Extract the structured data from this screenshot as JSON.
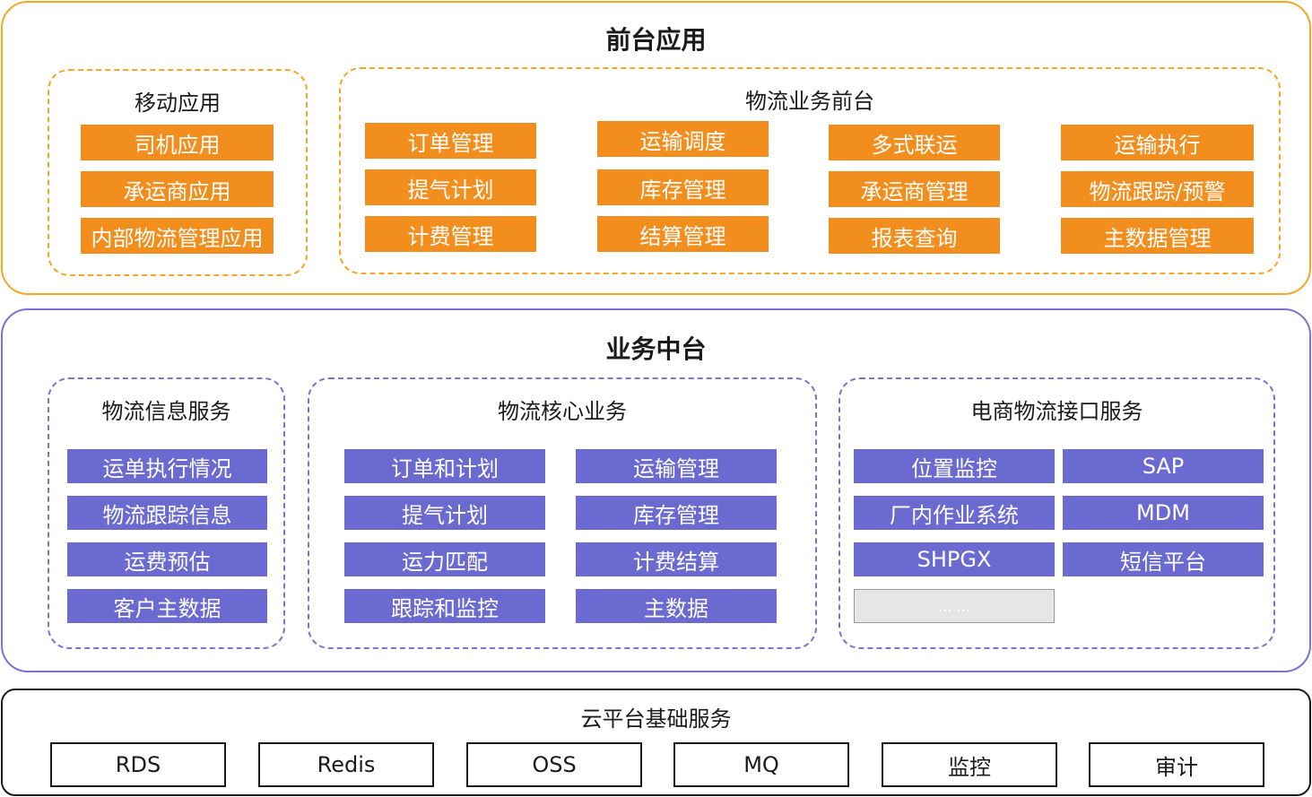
{
  "colors": {
    "front_border": "#f5a623",
    "middle_border": "#7a73d6",
    "base_border": "#1a1a1a",
    "orange_box": "#f28e1e",
    "purple_box": "#6a6ad0",
    "placeholder_box": "#e6e6e6"
  },
  "front": {
    "title": "前台应用",
    "mobile": {
      "title": "移动应用",
      "items": [
        "司机应用",
        "承运商应用",
        "内部物流管理应用"
      ]
    },
    "logistics": {
      "title": "物流业务前台",
      "columns": [
        [
          "订单管理",
          "提气计划",
          "计费管理"
        ],
        [
          "运输调度",
          "库存管理",
          "结算管理"
        ],
        [
          "多式联运",
          "承运商管理",
          "报表查询"
        ],
        [
          "运输执行",
          "物流跟踪/预警",
          "主数据管理"
        ]
      ]
    }
  },
  "middle": {
    "title": "业务中台",
    "info": {
      "title": "物流信息服务",
      "items": [
        "运单执行情况",
        "物流跟踪信息",
        "运费预估",
        "客户主数据"
      ]
    },
    "core": {
      "title": "物流核心业务",
      "columns": [
        [
          "订单和计划",
          "提气计划",
          "运力匹配",
          "跟踪和监控"
        ],
        [
          "运输管理",
          "库存管理",
          "计费结算",
          "主数据"
        ]
      ]
    },
    "ecommerce": {
      "title": "电商物流接口服务",
      "columns": [
        [
          "位置监控",
          "厂内作业系统",
          "SHPGX",
          "... ..."
        ],
        [
          "SAP",
          "MDM",
          "短信平台"
        ]
      ]
    }
  },
  "base": {
    "title": "云平台基础服务",
    "items": [
      "RDS",
      "Redis",
      "OSS",
      "MQ",
      "监控",
      "审计"
    ]
  }
}
